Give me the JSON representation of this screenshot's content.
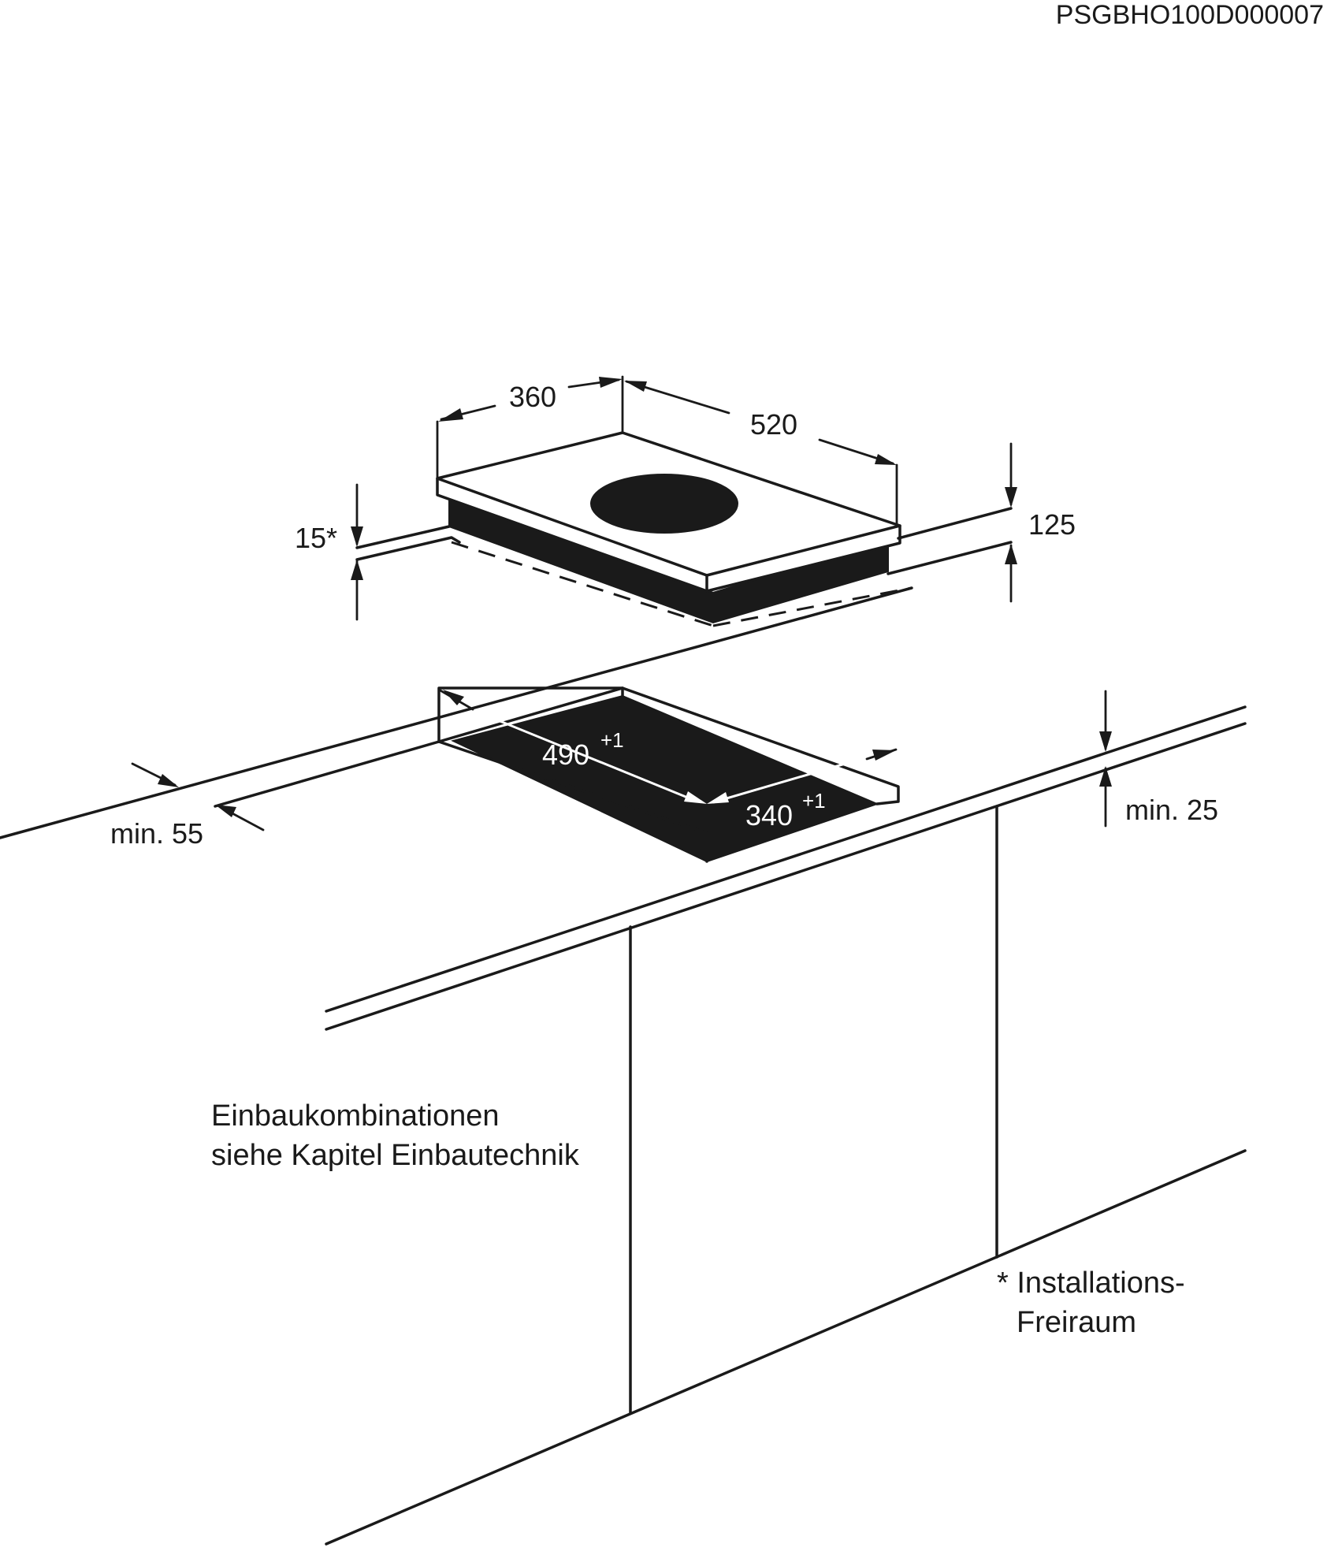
{
  "drawing_code": "PSGBHO100D000007",
  "dimensions": {
    "width_360": "360",
    "depth_520": "520",
    "clearance_15": "15*",
    "height_125": "125",
    "cutout_depth": "490",
    "cutout_depth_tol": "+1",
    "cutout_width": "340",
    "cutout_width_tol": "+1",
    "edge_min_55": "min. 55",
    "worktop_min_25": "min. 25"
  },
  "notes": {
    "combination_line1": "Einbaukombinationen",
    "combination_line2": "siehe Kapitel Einbautechnik",
    "footnote_line1": "* Installations-",
    "footnote_line2": "Freiraum"
  },
  "colors": {
    "ink": "#1a1a1a",
    "paper": "#ffffff"
  }
}
